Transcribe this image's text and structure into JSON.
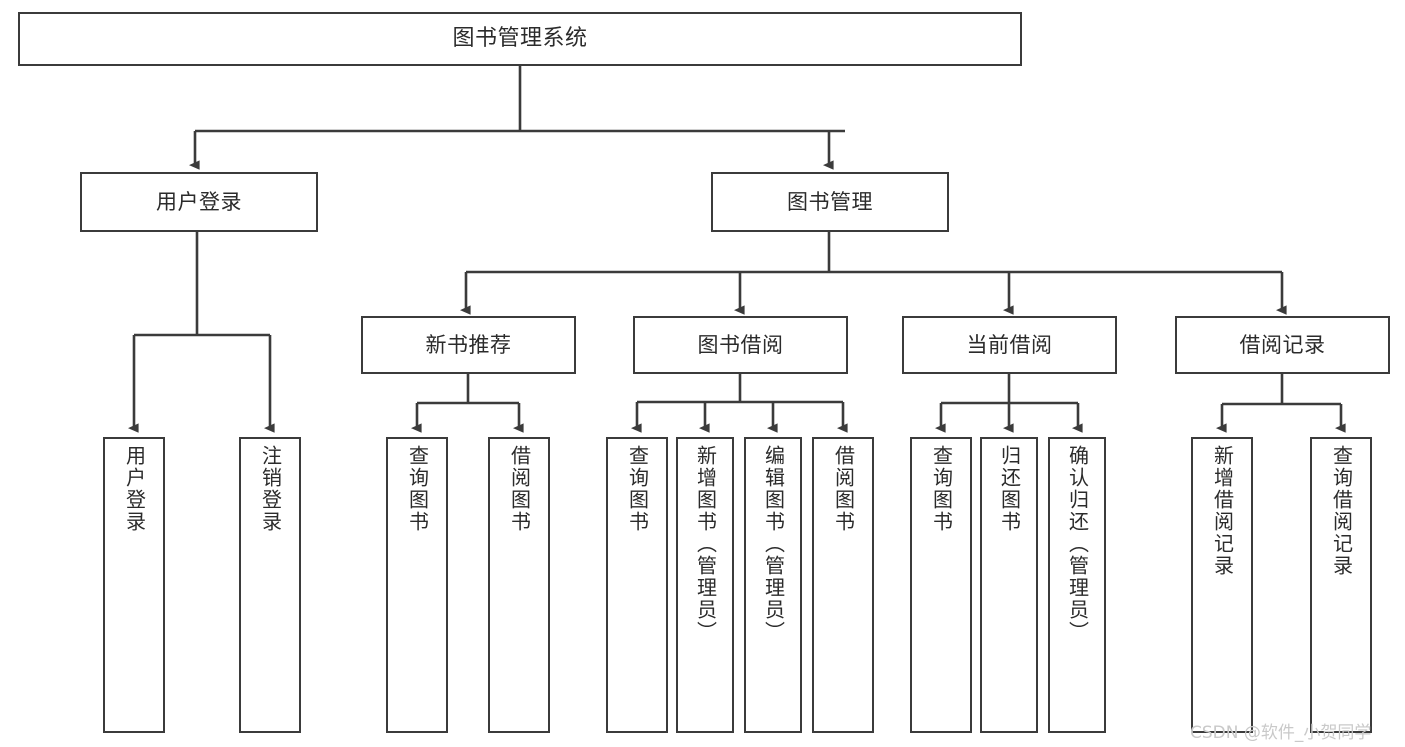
{
  "diagram": {
    "title": "图书管理系统",
    "type": "hierarchy-tree",
    "colors": {
      "background": "#ffffff",
      "border": "#3b3b3b",
      "edge": "#3b3b3b",
      "text": "#2b2b2b",
      "watermark": "#c9c9c9"
    }
  },
  "nodes": {
    "root": {
      "label": "图书管理系统"
    },
    "level1": [
      {
        "id": "user-login",
        "label": "用户登录"
      },
      {
        "id": "book-manage",
        "label": "图书管理"
      }
    ],
    "level2": [
      {
        "id": "new-book-recommend",
        "label": "新书推荐"
      },
      {
        "id": "book-borrow",
        "label": "图书借阅"
      },
      {
        "id": "current-borrow",
        "label": "当前借阅"
      },
      {
        "id": "borrow-record",
        "label": "借阅记录"
      }
    ],
    "leaves": {
      "user_login": [
        {
          "id": "leaf-user-login",
          "label": "用户登录"
        },
        {
          "id": "leaf-user-logout",
          "label": "注销登录"
        }
      ],
      "new_book_recommend": [
        {
          "id": "leaf-query-book-1",
          "label": "查询图书"
        },
        {
          "id": "leaf-borrow-book-1",
          "label": "借阅图书"
        }
      ],
      "book_borrow": [
        {
          "id": "leaf-query-book-2",
          "label": "查询图书"
        },
        {
          "id": "leaf-add-book",
          "label": "新增图书（管理员）"
        },
        {
          "id": "leaf-edit-book",
          "label": "编辑图书（管理员）"
        },
        {
          "id": "leaf-borrow-book-2",
          "label": "借阅图书"
        }
      ],
      "current_borrow": [
        {
          "id": "leaf-query-book-3",
          "label": "查询图书"
        },
        {
          "id": "leaf-return-book",
          "label": "归还图书"
        },
        {
          "id": "leaf-confirm-return",
          "label": "确认归还（管理员）"
        }
      ],
      "borrow_record": [
        {
          "id": "leaf-add-record",
          "label": "新增借阅记录"
        },
        {
          "id": "leaf-query-record",
          "label": "查询借阅记录"
        }
      ]
    }
  },
  "watermark": {
    "text": "CSDN @软件_小贺同学"
  }
}
